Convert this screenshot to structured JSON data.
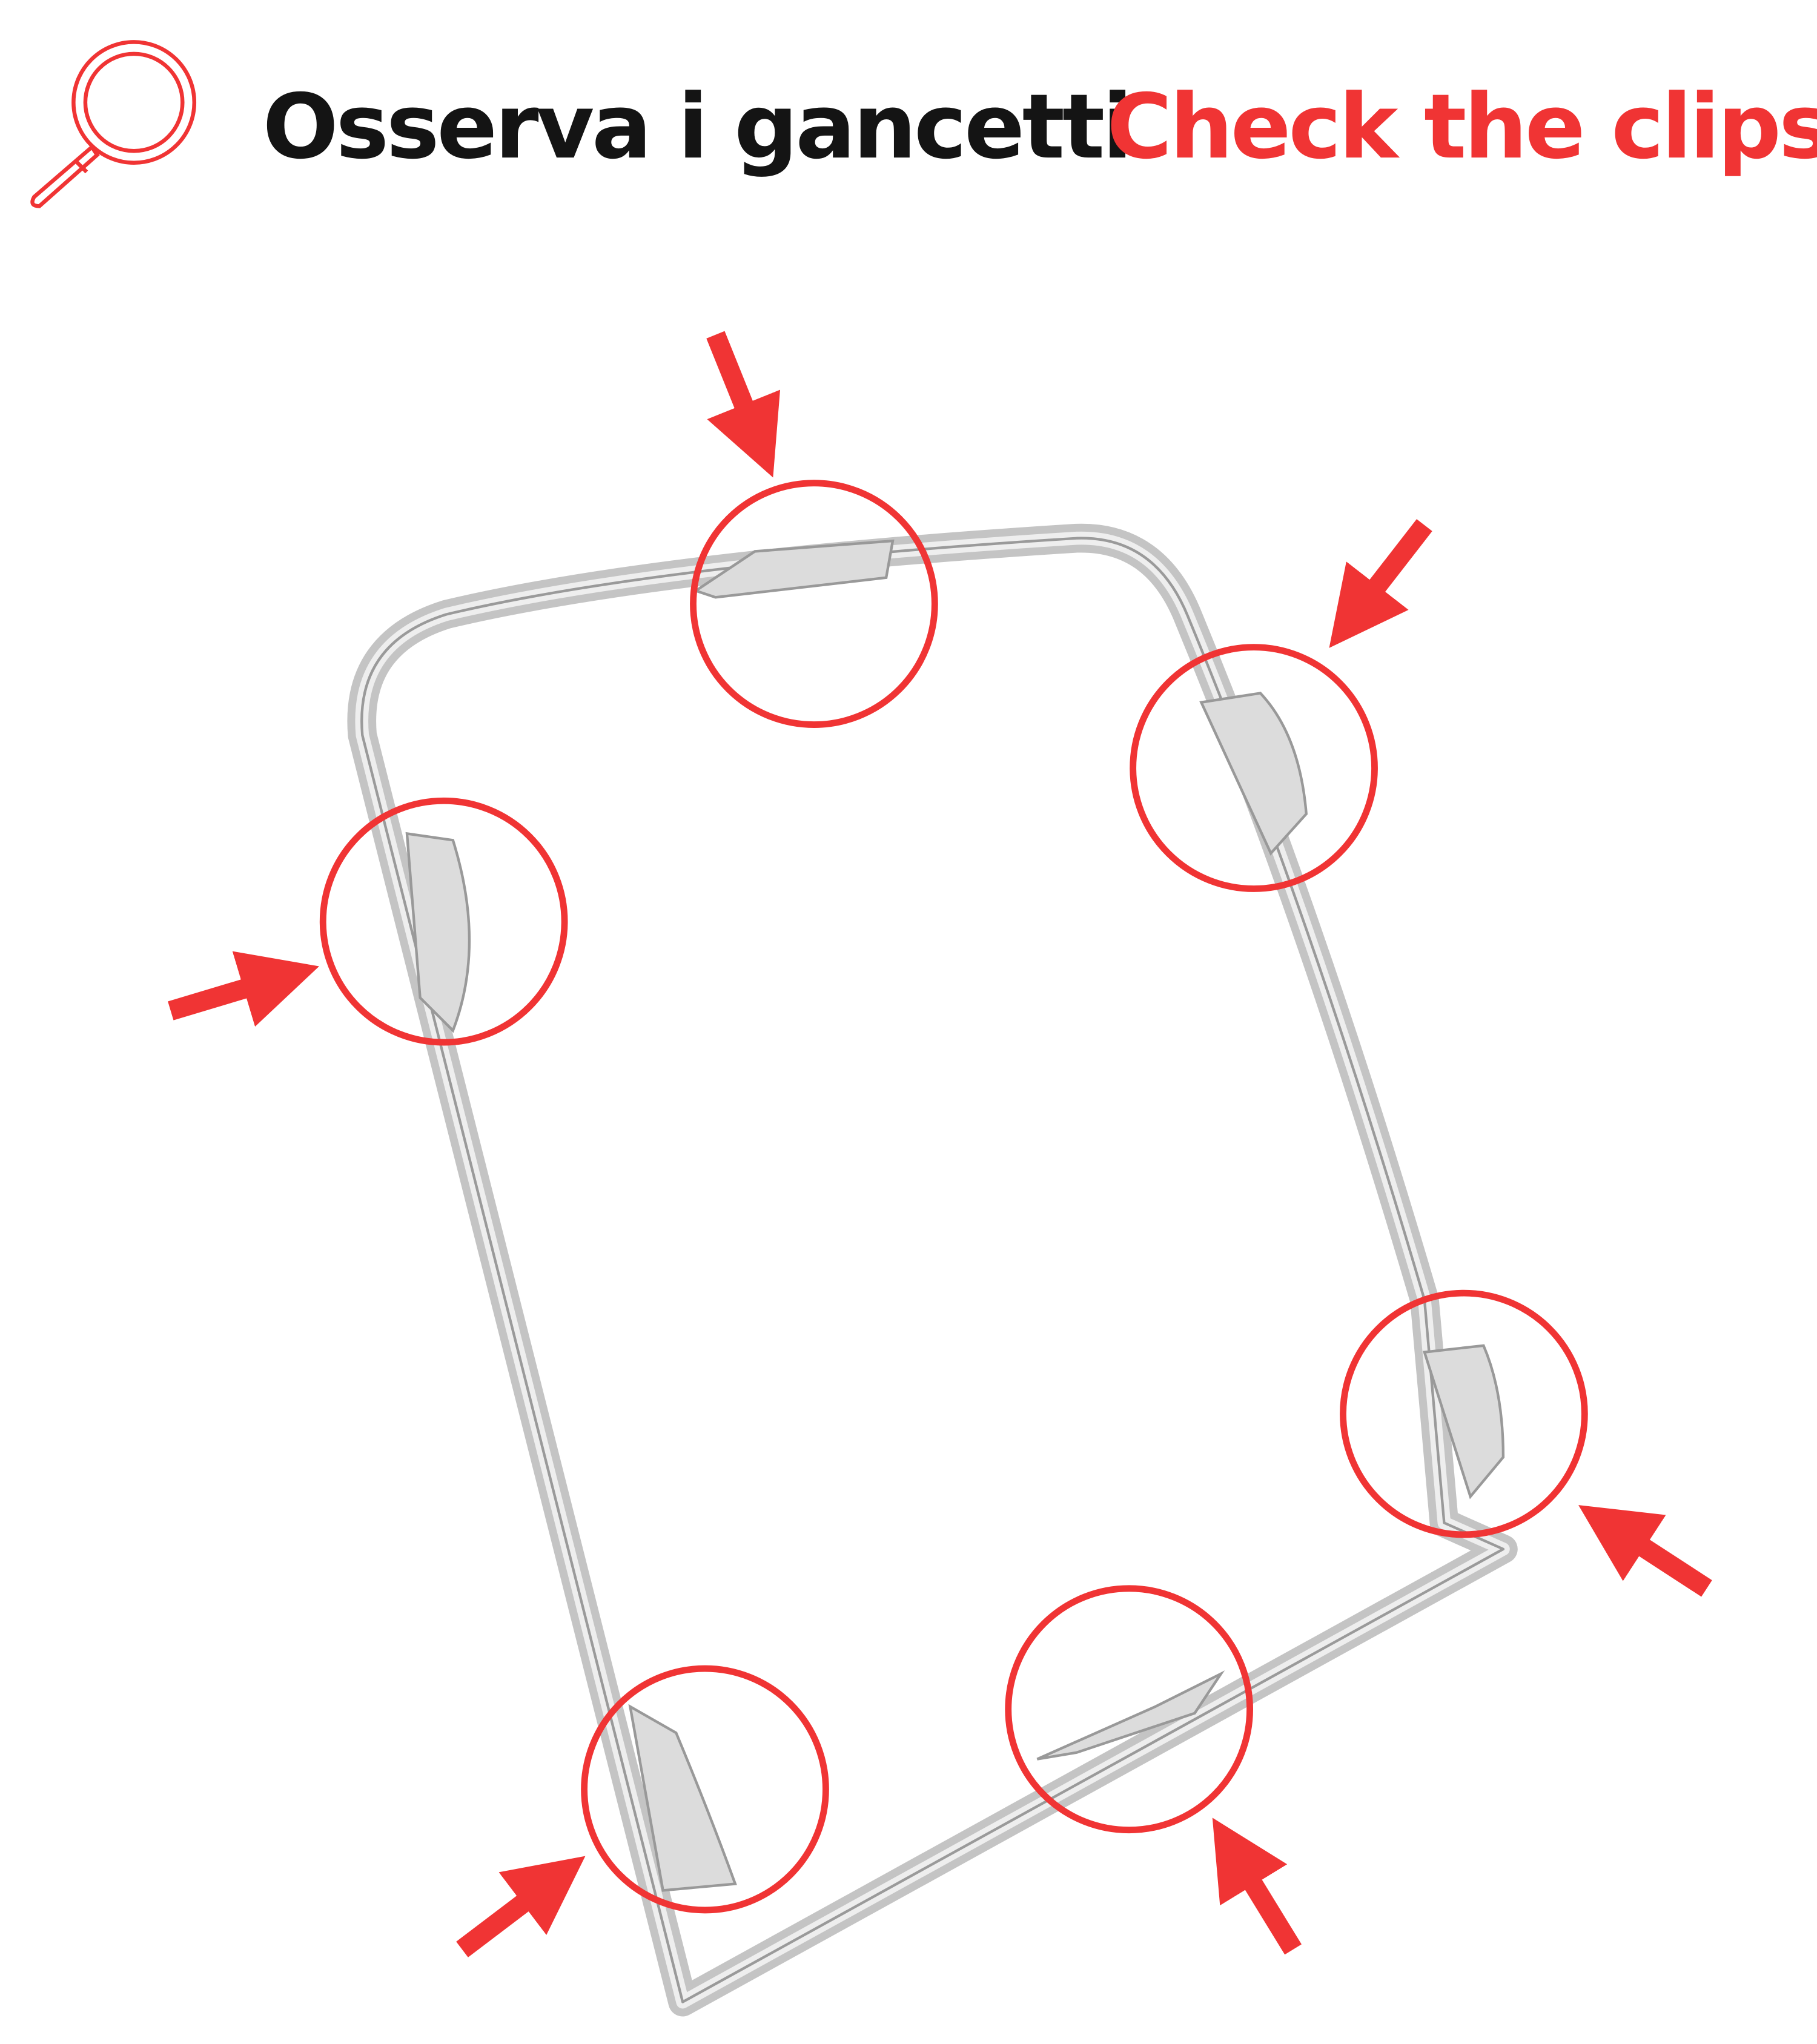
{
  "header": {
    "title_it": "Osserva i gancetti",
    "title_en": "Check the clips",
    "icon": "magnifier-icon"
  },
  "colors": {
    "accent": "#f03434",
    "text": "#141414",
    "frame": "#b8b8b8"
  },
  "highlights": {
    "count": 6,
    "icon": "arrow-icon"
  }
}
